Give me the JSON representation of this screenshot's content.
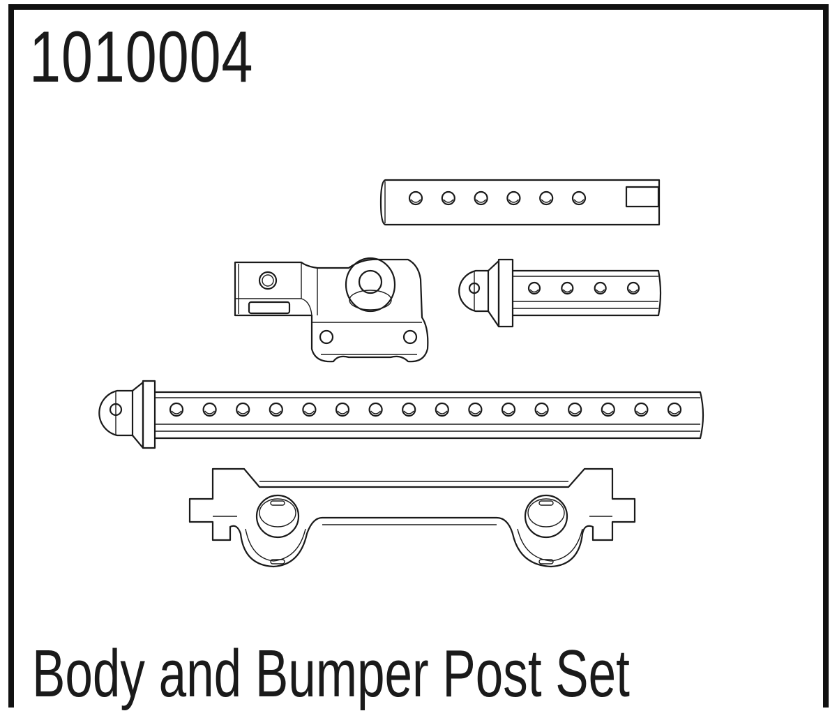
{
  "part": {
    "number": "1010004",
    "name": "Body and Bumper Post Set"
  },
  "drawing": {
    "components": [
      "top-body-post",
      "post-mount-bracket",
      "short-body-post",
      "long-body-post",
      "bumper-mount"
    ],
    "long_post_holes": 16,
    "short_post_holes": 4,
    "top_post_holes": 6
  }
}
